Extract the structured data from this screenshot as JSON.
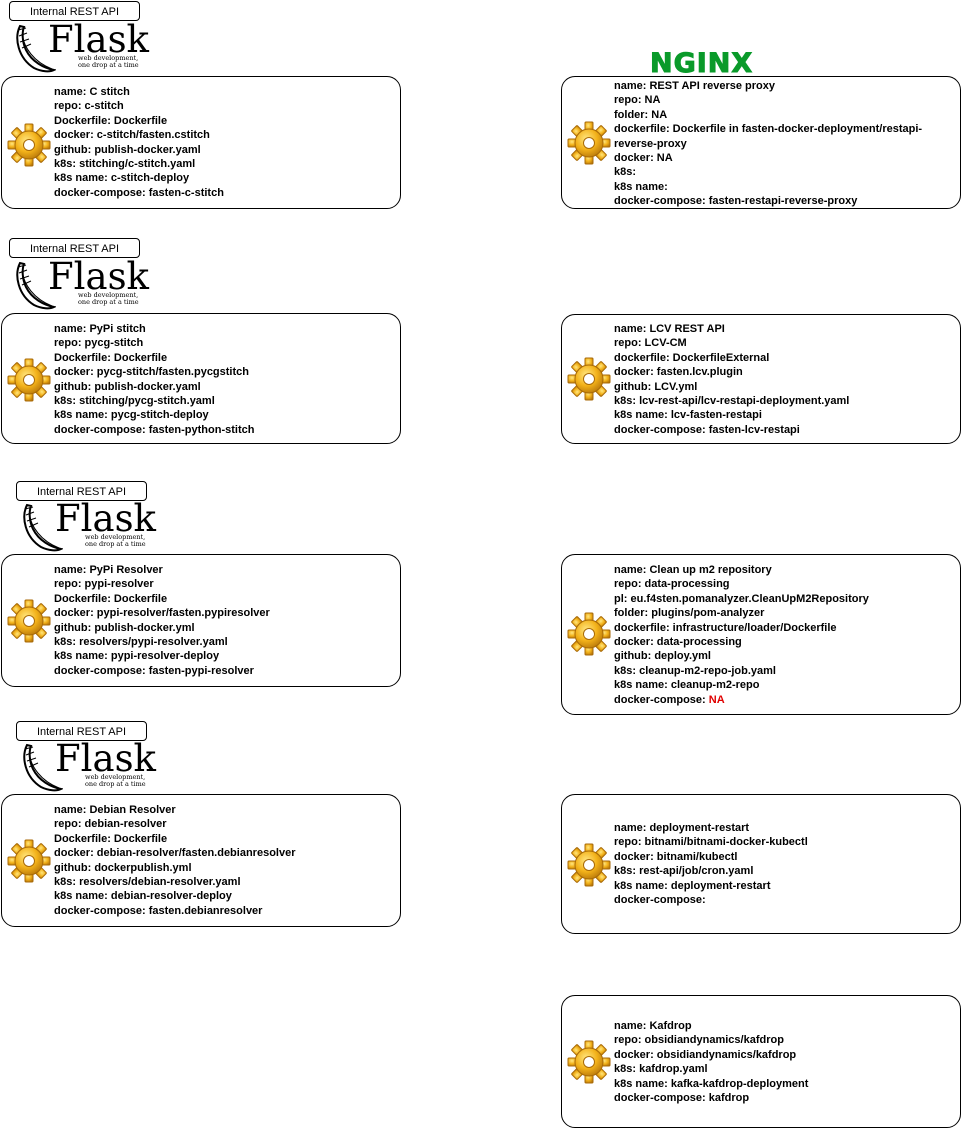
{
  "flask": {
    "api_label": "Internal REST API",
    "word": "Flask",
    "tagline_1": "web development,",
    "tagline_2": "one drop at a time"
  },
  "nginx": {
    "word": "NGINX"
  },
  "left_cards": [
    {
      "lines": [
        "name: C stitch",
        "repo: c-stitch",
        "Dockerfile: Dockerfile",
        "docker: c-stitch/fasten.cstitch",
        "github: publish-docker.yaml",
        "k8s: stitching/c-stitch.yaml",
        "k8s name: c-stitch-deploy",
        "docker-compose: fasten-c-stitch"
      ]
    },
    {
      "lines": [
        "name: PyPi stitch",
        "repo: pycg-stitch",
        "Dockerfile: Dockerfile",
        "docker: pycg-stitch/fasten.pycgstitch",
        "github: publish-docker.yaml",
        "k8s: stitching/pycg-stitch.yaml",
        "k8s name: pycg-stitch-deploy",
        "docker-compose: fasten-python-stitch"
      ]
    },
    {
      "lines": [
        "name: PyPi Resolver",
        "repo: pypi-resolver",
        "Dockerfile: Dockerfile",
        "docker: pypi-resolver/fasten.pypiresolver",
        "github: publish-docker.yml",
        "k8s: resolvers/pypi-resolver.yaml",
        "k8s name: pypi-resolver-deploy",
        "docker-compose: fasten-pypi-resolver"
      ]
    },
    {
      "lines": [
        "name: Debian Resolver",
        "repo: debian-resolver",
        "Dockerfile: Dockerfile",
        "docker: debian-resolver/fasten.debianresolver",
        "github: dockerpublish.yml",
        "k8s: resolvers/debian-resolver.yaml",
        "k8s name: debian-resolver-deploy",
        "docker-compose: fasten.debianresolver"
      ]
    }
  ],
  "right_cards": [
    {
      "lines": [
        "name: REST API reverse proxy",
        "repo: NA",
        "folder: NA",
        "dockerfile: Dockerfile in fasten-docker-deployment/restapi-reverse-proxy",
        "docker: NA",
        "k8s:",
        "k8s name:",
        "docker-compose: fasten-restapi-reverse-proxy"
      ]
    },
    {
      "lines": [
        "name: LCV REST API",
        "repo: LCV-CM",
        "dockerfile: DockerfileExternal",
        "docker: fasten.lcv.plugin",
        "github: LCV.yml",
        "k8s: lcv-rest-api/lcv-restapi-deployment.yaml",
        "k8s name: lcv-fasten-restapi",
        "docker-compose: fasten-lcv-restapi"
      ]
    },
    {
      "lines": [
        "name: Clean up m2 repository",
        "repo: data-processing",
        "pl: eu.f4sten.pomanalyzer.CleanUpM2Repository",
        "folder: plugins/pom-analyzer",
        "dockerfile: infrastructure/loader/Dockerfile",
        "docker: data-processing",
        "github: deploy.yml",
        "k8s: cleanup-m2-repo-job.yaml",
        "k8s name: cleanup-m2-repo"
      ],
      "last_prefix": "docker-compose: ",
      "last_value": "NA",
      "last_value_color": "#e00000"
    },
    {
      "lines": [
        "name: deployment-restart",
        "repo: bitnami/bitnami-docker-kubectl",
        "docker: bitnami/kubectl",
        "k8s: rest-api/job/cron.yaml",
        "k8s name: deployment-restart",
        "docker-compose:"
      ]
    },
    {
      "lines": [
        "name: Kafdrop",
        "repo: obsidiandynamics/kafdrop",
        "docker: obsidiandynamics/kafdrop",
        "k8s: kafdrop.yaml",
        "k8s name: kafka-kafdrop-deployment",
        "docker-compose: kafdrop"
      ]
    }
  ]
}
